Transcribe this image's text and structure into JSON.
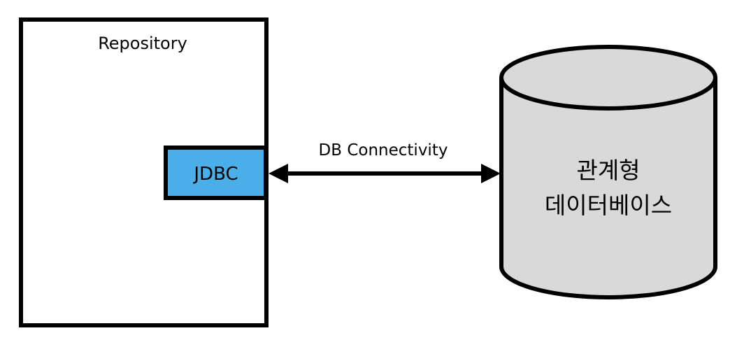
{
  "repository": {
    "label": "Repository"
  },
  "jdbc": {
    "label": "JDBC",
    "fill_color": "#4aaee9"
  },
  "connection": {
    "label": "DB Connectivity",
    "direction": "bidirectional"
  },
  "database": {
    "line1": "관계형",
    "line2": "데이터베이스",
    "shape": "cylinder",
    "fill_color": "#d9d9d9"
  }
}
